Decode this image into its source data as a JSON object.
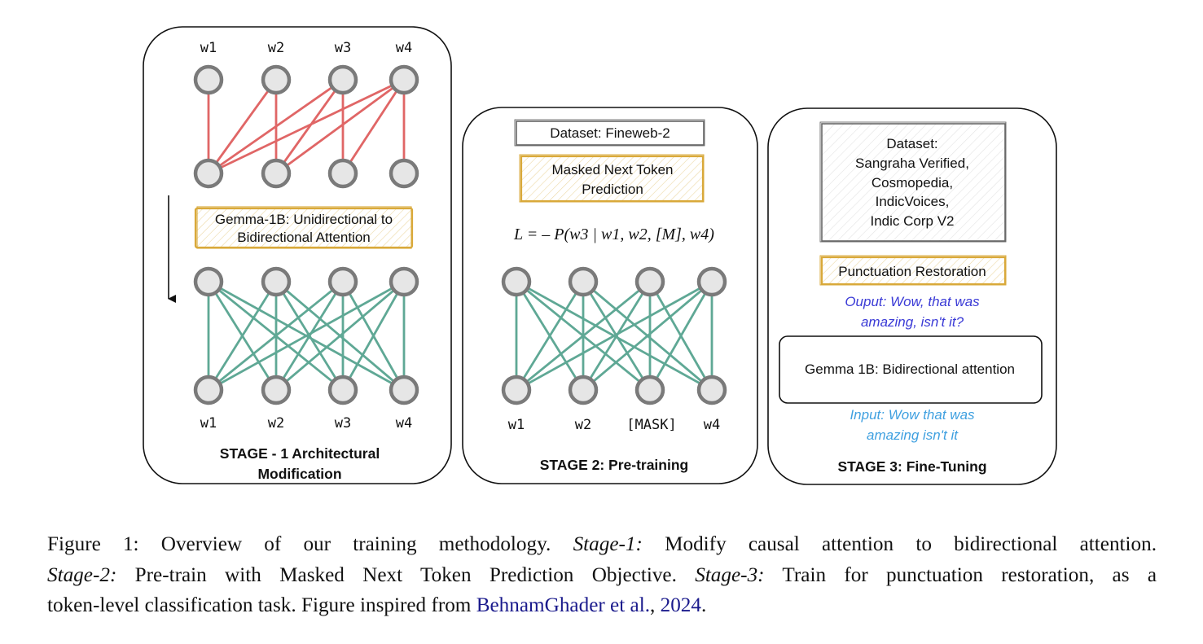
{
  "stage1": {
    "top_labels": [
      "w1",
      "w2",
      "w3",
      "w4"
    ],
    "bottom_labels": [
      "w1",
      "w2",
      "w3",
      "w4"
    ],
    "box_lines": [
      "Gemma-1B: Unidirectional to",
      "Bidirectional Attention"
    ],
    "title_lines": [
      "STAGE - 1 Architectural",
      "Modification"
    ]
  },
  "stage2": {
    "dataset": "Dataset: Fineweb-2",
    "objective_lines": [
      "Masked Next Token",
      "Prediction"
    ],
    "formula": "L = – P(w3 | w1, w2, [M], w4)",
    "bottom_labels": [
      "w1",
      "w2",
      "[MASK]",
      "w4"
    ],
    "title": "STAGE 2: Pre-training"
  },
  "stage3": {
    "dataset_lines": [
      "Dataset:",
      "Sangraha Verified,",
      "Cosmopedia,",
      "IndicVoices,",
      "Indic Corp V2"
    ],
    "task": "Punctuation Restoration",
    "output_lines": [
      "Ouput: Wow, that was",
      "amazing, isn't it?"
    ],
    "model": "Gemma 1B: Bidirectional attention",
    "input_lines": [
      "Input: Wow that was",
      "amazing isn't it"
    ],
    "title": "STAGE 3: Fine-Tuning"
  },
  "colors": {
    "causal_edges": "#e06666",
    "bidirectional_edges": "#5fa895",
    "highlight_box": "#d9a93a",
    "output_text": "#3a3ad6",
    "input_text": "#3fa0e0",
    "citation": "#1a1a8c"
  },
  "caption": {
    "figure_label": "Figure 1:",
    "intro": "Overview of our training methodology.",
    "stage1_label": "Stage-1:",
    "stage1_text": "Modify causal attention to bidirectional attention.",
    "stage2_label": "Stage-2:",
    "stage2_text": "Pre-train with Masked Next Token Prediction Objective.",
    "stage3_label": "Stage-3:",
    "stage3_text_a": "Train for punctuation restoration, as a",
    "stage3_text_b": "token-level classification task. Figure inspired from",
    "citation_authors": "BehnamGhader et al.",
    "citation_year": "2024"
  }
}
